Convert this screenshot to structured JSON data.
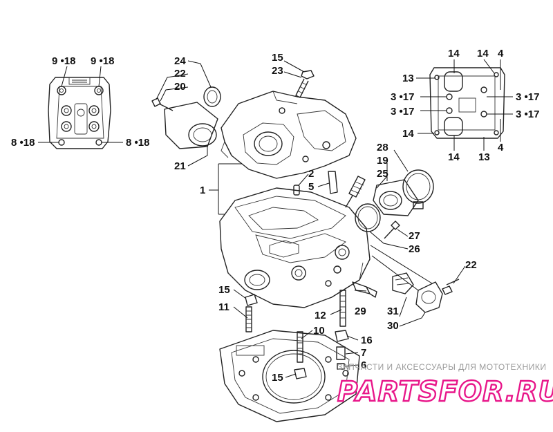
{
  "callouts": {
    "c1": "1",
    "c2": "2",
    "c5": "5",
    "c10": "10",
    "c11": "11",
    "c12": "12",
    "c15a": "15",
    "c23": "23",
    "c15b": "15",
    "c15c": "15",
    "c16": "16",
    "c7": "7",
    "c6": "6",
    "c19": "19",
    "c20": "20",
    "c21": "21",
    "c22a": "22",
    "c22b": "22",
    "c24": "24",
    "c25": "25",
    "c26": "26",
    "c27": "27",
    "c28": "28",
    "c29": "29",
    "c30": "30",
    "c31": "31"
  },
  "inset_left": {
    "tl": "9 •18",
    "tr": "9 •18",
    "bl": "8 •18",
    "br": "8 •18"
  },
  "inset_right": {
    "t14a": "14",
    "t14b": "14",
    "t4a": "4",
    "l13a": "13",
    "l317a": "3 •17",
    "l317b": "3 •17",
    "r317a": "3 •17",
    "r317b": "3 •17",
    "l14": "14",
    "r4b": "4",
    "b14": "14",
    "b13": "13"
  },
  "watermark": {
    "tagline": "ЗАПЧАСТИ И АКСЕССУАРЫ ДЛЯ МОТОТЕХНИКИ",
    "logo": "PARTSFOR.RU"
  },
  "colors": {
    "line": "#222222",
    "watermark_pink": "#e8178a",
    "watermark_gray": "#9a9a9a"
  }
}
